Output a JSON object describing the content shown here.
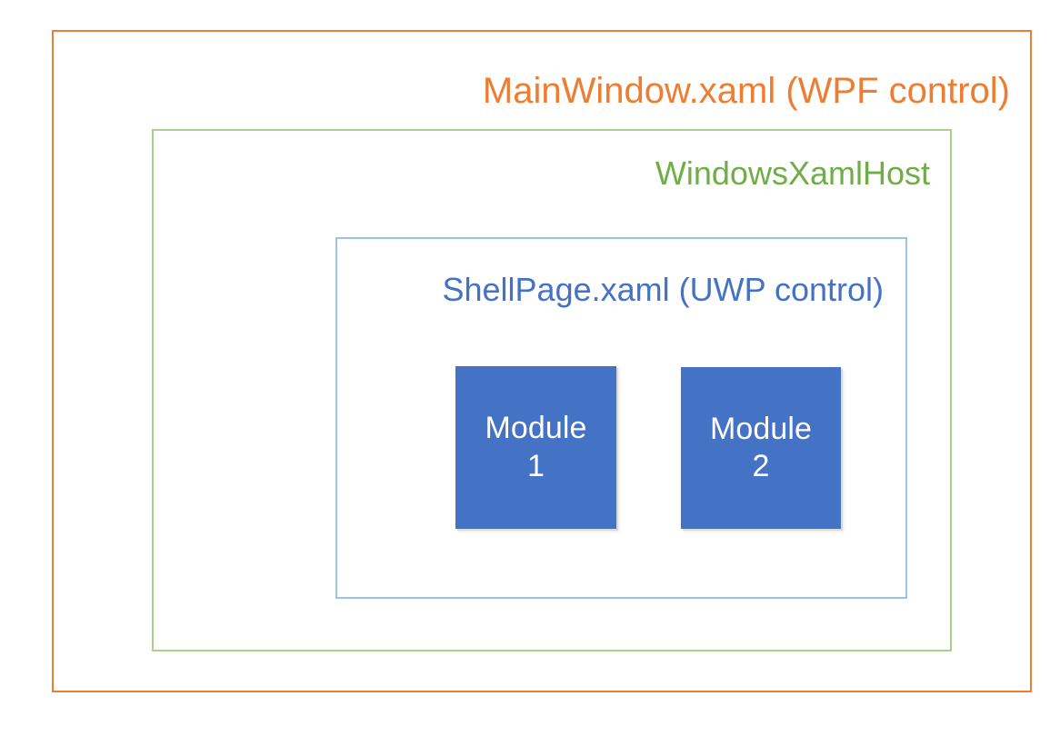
{
  "diagram": {
    "type": "nested-boxes",
    "background_color": "#FFFFFF",
    "layers": [
      {
        "id": "mainwindow",
        "title": "MainWindow.xaml (WPF control)",
        "border_color": "#ED7D31",
        "text_color": "#ED7D31",
        "level": 1
      },
      {
        "id": "windowsxamlhost",
        "title": "WindowsXamlHost",
        "border_color": "#A9D08E",
        "text_color": "#70AD47",
        "level": 2
      },
      {
        "id": "shellpage",
        "title": "ShellPage.xaml (UWP control)",
        "border_color": "#9CC3E5",
        "text_color": "#4472C4",
        "level": 3
      }
    ],
    "modules": [
      {
        "id": "module-1",
        "line1": "Module",
        "line2": "1",
        "fill_color": "#4472C4",
        "text_color": "#FFFFFF"
      },
      {
        "id": "module-2",
        "line1": "Module",
        "line2": "2",
        "fill_color": "#4472C4",
        "text_color": "#FFFFFF"
      }
    ]
  }
}
